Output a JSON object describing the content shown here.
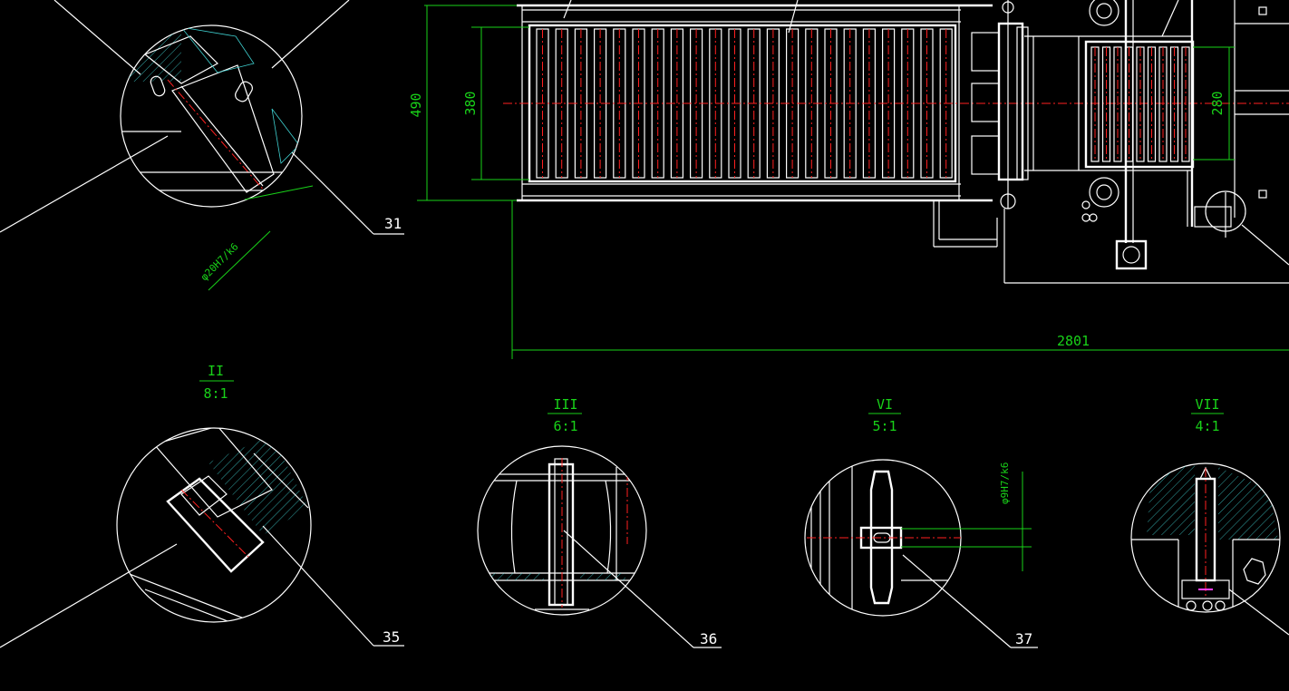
{
  "colors": {
    "background": "#000000",
    "outline": "#ffffff",
    "dimension": "#19d219",
    "centerline": "#ff2020",
    "hatch": "#3fd0d0"
  },
  "dimensions": {
    "height_outer": "490",
    "height_inner": "380",
    "height_right": "280",
    "length_total": "2801",
    "diameter_detail_i": "φ20H7/k6",
    "diameter_detail_vi": "φ9H7/k6"
  },
  "details": [
    {
      "id": "i",
      "balloon": "31"
    },
    {
      "id": "ii",
      "roman": "II",
      "scale": "8:1",
      "balloon": "35"
    },
    {
      "id": "iii",
      "roman": "III",
      "scale": "6:1",
      "balloon": "36"
    },
    {
      "id": "vi",
      "roman": "VI",
      "scale": "5:1",
      "balloon": "37"
    },
    {
      "id": "vii",
      "roman": "VII",
      "scale": "4:1"
    }
  ]
}
